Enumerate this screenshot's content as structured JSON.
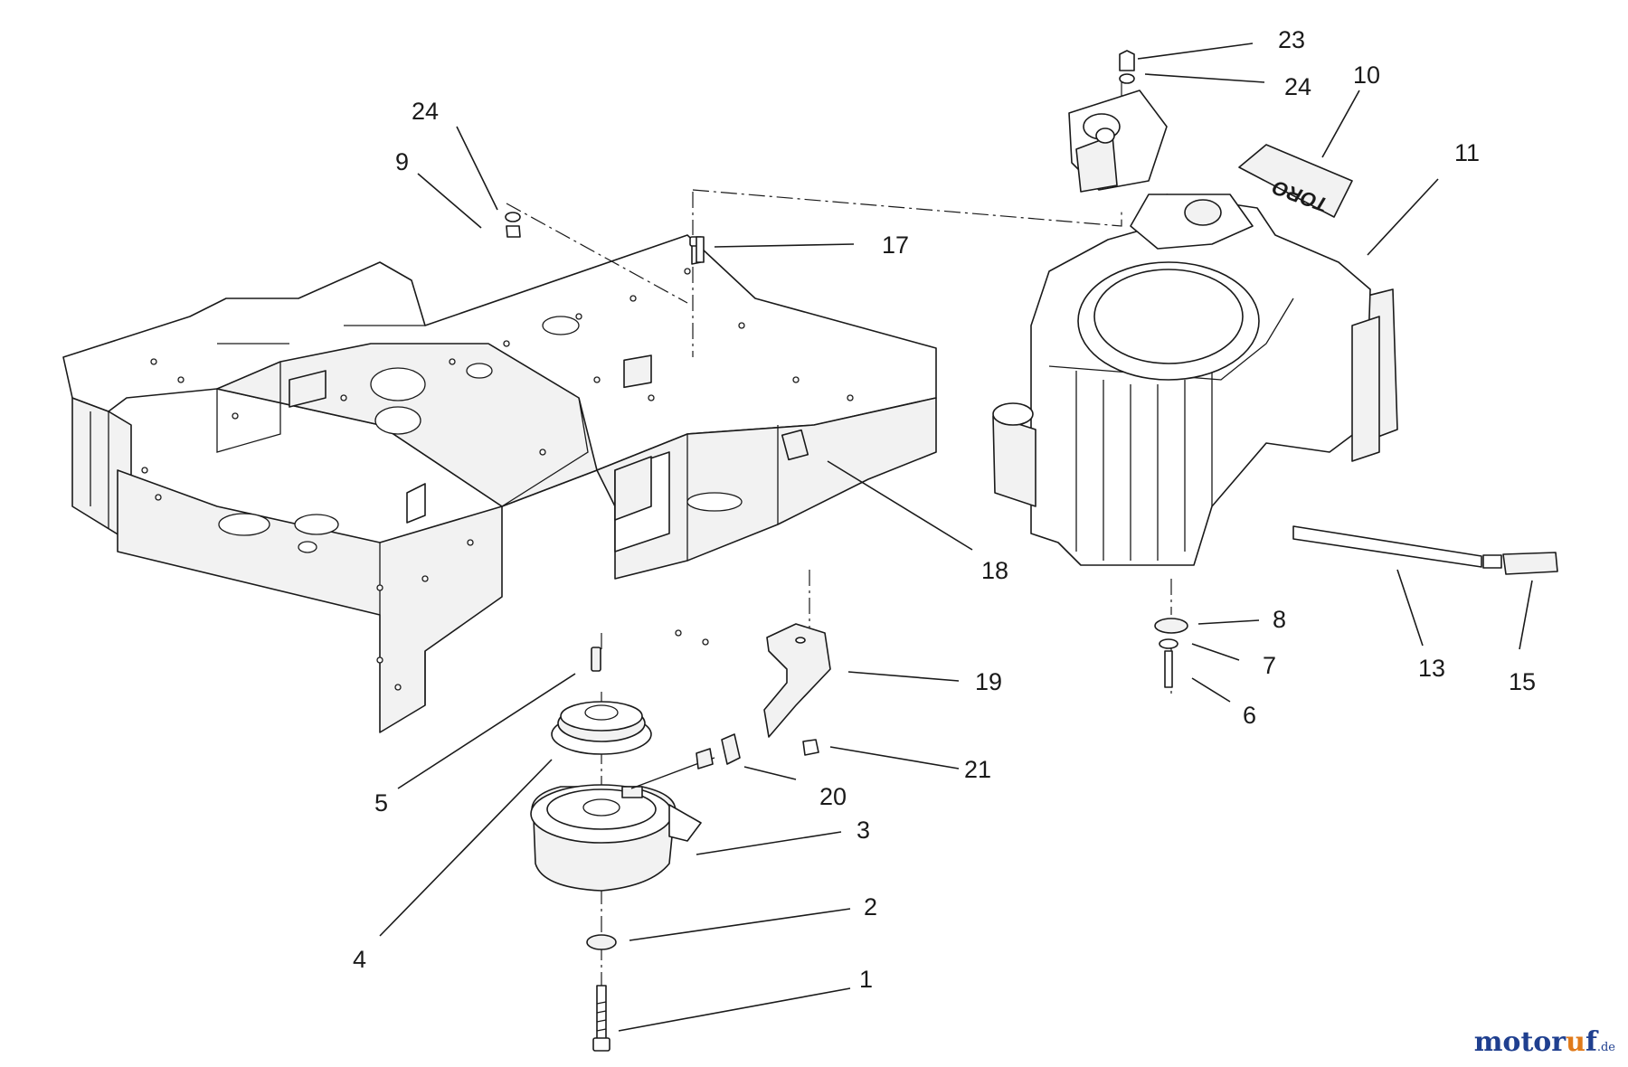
{
  "diagram": {
    "callouts": [
      {
        "id": "c1",
        "label": "1"
      },
      {
        "id": "c2",
        "label": "2"
      },
      {
        "id": "c3",
        "label": "3"
      },
      {
        "id": "c4",
        "label": "4"
      },
      {
        "id": "c5",
        "label": "5"
      },
      {
        "id": "c6",
        "label": "6"
      },
      {
        "id": "c7",
        "label": "7"
      },
      {
        "id": "c8",
        "label": "8"
      },
      {
        "id": "c9",
        "label": "9"
      },
      {
        "id": "c10",
        "label": "10"
      },
      {
        "id": "c11",
        "label": "11"
      },
      {
        "id": "c13",
        "label": "13"
      },
      {
        "id": "c15",
        "label": "15"
      },
      {
        "id": "c17",
        "label": "17"
      },
      {
        "id": "c18",
        "label": "18"
      },
      {
        "id": "c19",
        "label": "19"
      },
      {
        "id": "c20",
        "label": "20"
      },
      {
        "id": "c21",
        "label": "21"
      },
      {
        "id": "c23",
        "label": "23"
      },
      {
        "id": "c24a",
        "label": "24"
      },
      {
        "id": "c24b",
        "label": "24"
      }
    ],
    "decal_text": "TORO"
  },
  "watermark": {
    "main": "motor",
    "accent": "u",
    "tail": "f",
    "tld": ".de"
  },
  "colors": {
    "line": "#1a1a1a",
    "watermark_blue": "#1f3f8f",
    "watermark_orange": "#e07a1a"
  }
}
